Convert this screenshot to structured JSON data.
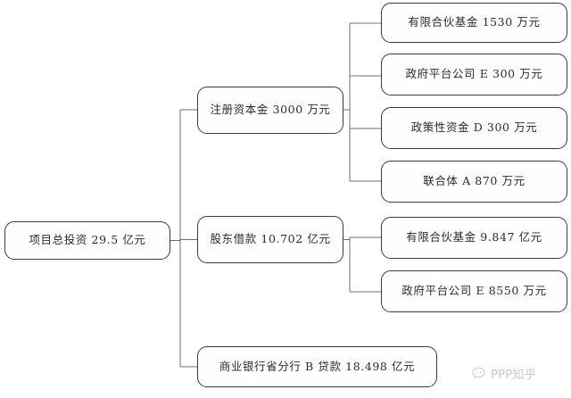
{
  "diagram": {
    "type": "horizontal-tree",
    "title_text": "项目总投资 29.5 亿元",
    "root": {
      "id": "root",
      "label": "项目总投资 29.5 亿元",
      "amount": 29.5,
      "unit": "亿元"
    },
    "level2": [
      {
        "id": "registered-capital",
        "label": "注册资本金 3000 万元",
        "amount": 3000,
        "unit": "万元"
      },
      {
        "id": "shareholder-loan",
        "label": "股东借款 10.702 亿元",
        "amount": 10.702,
        "unit": "亿元"
      },
      {
        "id": "bank-loan",
        "label": "商业银行省分行 B 贷款 18.498 亿元",
        "amount": 18.498,
        "unit": "亿元"
      }
    ],
    "level3": [
      {
        "id": "lp-fund-1530",
        "parent": "registered-capital",
        "label": "有限合伙基金 1530 万元",
        "amount": 1530,
        "unit": "万元"
      },
      {
        "id": "gov-platform-e-300",
        "parent": "registered-capital",
        "label": "政府平台公司 E  300 万元",
        "amount": 300,
        "unit": "万元"
      },
      {
        "id": "policy-fund-d-300",
        "parent": "registered-capital",
        "label": "政策性资金 D  300 万元",
        "amount": 300,
        "unit": "万元"
      },
      {
        "id": "consortium-a-870",
        "parent": "registered-capital",
        "label": "联合体 A  870 万元",
        "amount": 870,
        "unit": "万元"
      },
      {
        "id": "lp-fund-9847",
        "parent": "shareholder-loan",
        "label": "有限合伙基金 9.847 亿元",
        "amount": 9.847,
        "unit": "亿元"
      },
      {
        "id": "gov-platform-e-8550",
        "parent": "shareholder-loan",
        "label": "政府平台公司 E  8550 万元",
        "amount": 8550,
        "unit": "万元"
      }
    ],
    "colors": {
      "background": "#ffffff",
      "box_border": "#3a3a3a",
      "box_fill": "#fefefe",
      "connector": "#6f6f6f",
      "text": "#2b2b2b"
    }
  },
  "watermark": {
    "label": "PPP知乎",
    "icon": "chat-bubble-icon",
    "color": "#9a9a9a"
  }
}
